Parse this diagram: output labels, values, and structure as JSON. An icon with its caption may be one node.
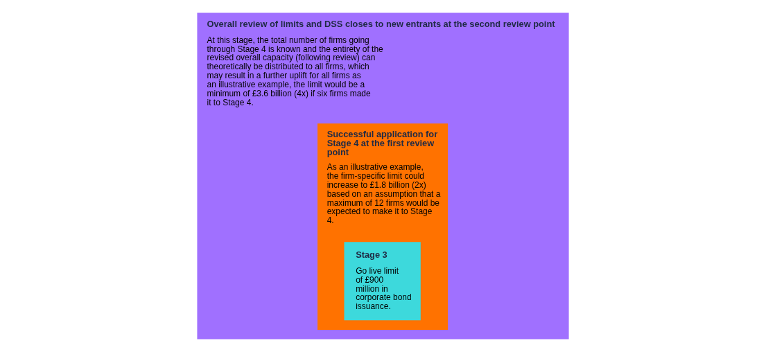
{
  "diagram": {
    "nodes": [
      {
        "text": [
          "Overall review of limits and DSS closes to new entrants at the second review point",
          "At this stage, the total number of firms going through Stage 4 is known and the entirety of the revised overall capacity (following review) can theoretically be distributed to all firms, which may result in a further uplift for all firms as an illustrative example, the limit would be a minimum of £3.6 billion (4x) if six firms made it to Stage 4."
        ]
      },
      {
        "text": [
          "Successful application for Stage 4 at the first review point",
          "As an illustrative example, the firm-specific limit could increase to £1.8 billion (2x) based on an assumption that a maximum of 12 firms would be expected to make it to Stage 4."
        ],
        "in": 0
      },
      {
        "text": [
          "Stage 3",
          "Go live limit of £900 million in corporate bond issuance."
        ],
        "in": 1
      }
    ],
    "edges": []
  }
}
